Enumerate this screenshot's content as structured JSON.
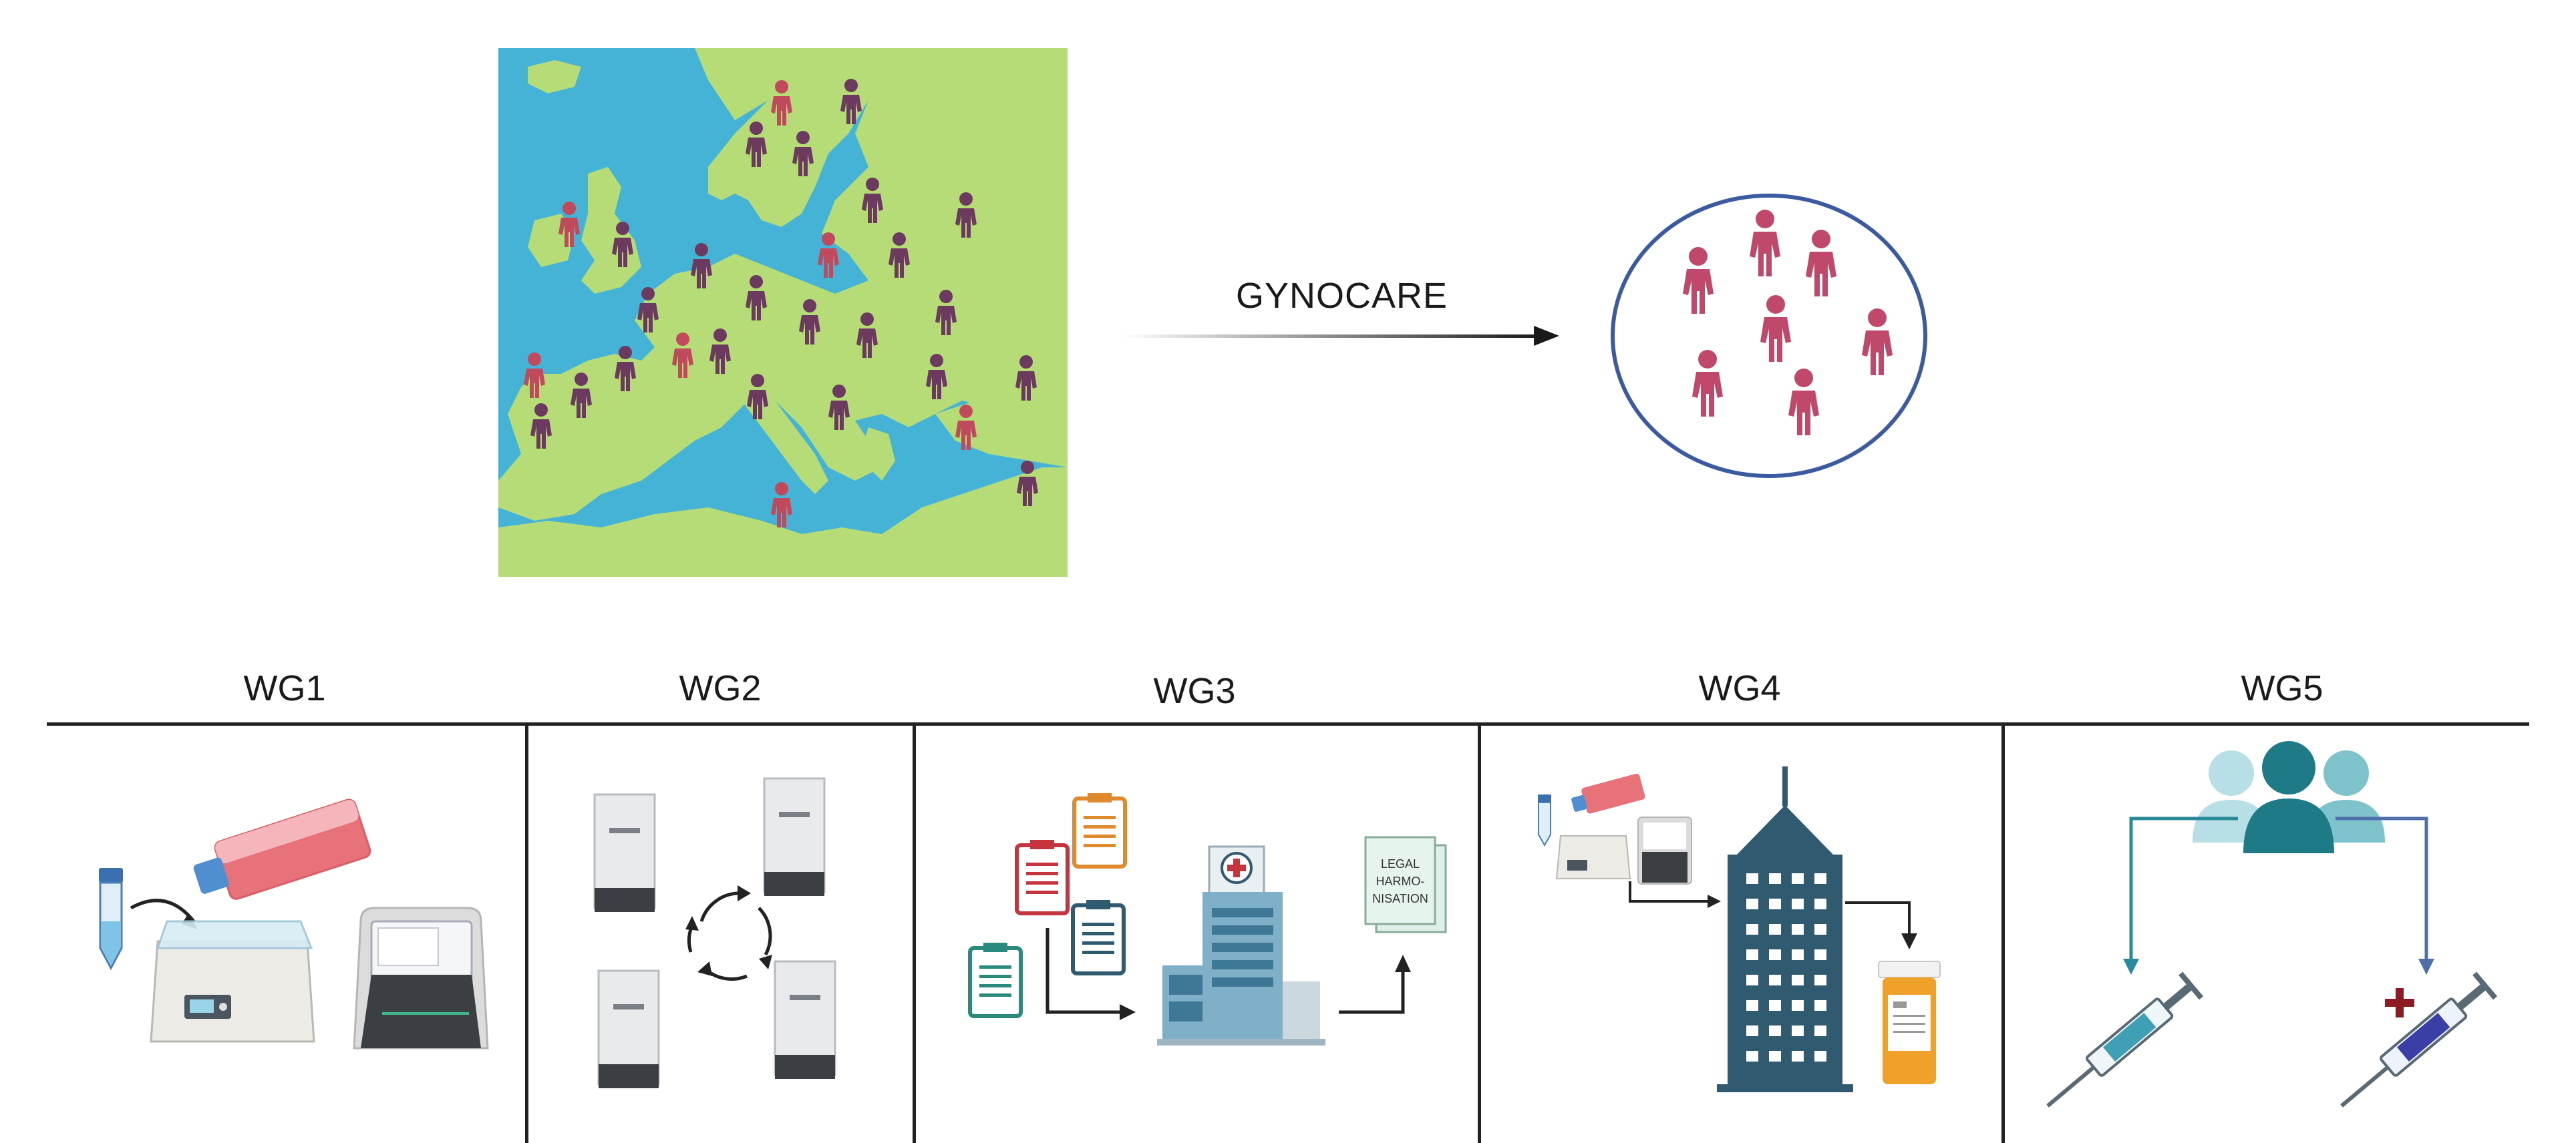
{
  "arrow": {
    "label": "GYNOCARE"
  },
  "work_groups": [
    {
      "id": "wg1",
      "label": "WG1"
    },
    {
      "id": "wg2",
      "label": "WG2"
    },
    {
      "id": "wg3",
      "label": "WG3"
    },
    {
      "id": "wg4",
      "label": "WG4"
    },
    {
      "id": "wg5",
      "label": "WG5"
    }
  ],
  "wg3": {
    "legal_text_line1": "LEGAL",
    "legal_text_line2": "HARMO-",
    "legal_text_line3": "NISATION"
  },
  "colors": {
    "sea": "#45b3d6",
    "land": "#b6dc78",
    "person_purple": "#6b3a5e",
    "person_red": "#c04a5c",
    "circle_stroke": "#3b5aa0",
    "circle_person": "#c0486a",
    "teal": "#2b7e8a",
    "building": "#2f5a70"
  },
  "icons": {
    "map": "europe-map",
    "people": "person-icon",
    "group": "people-group-icon"
  }
}
